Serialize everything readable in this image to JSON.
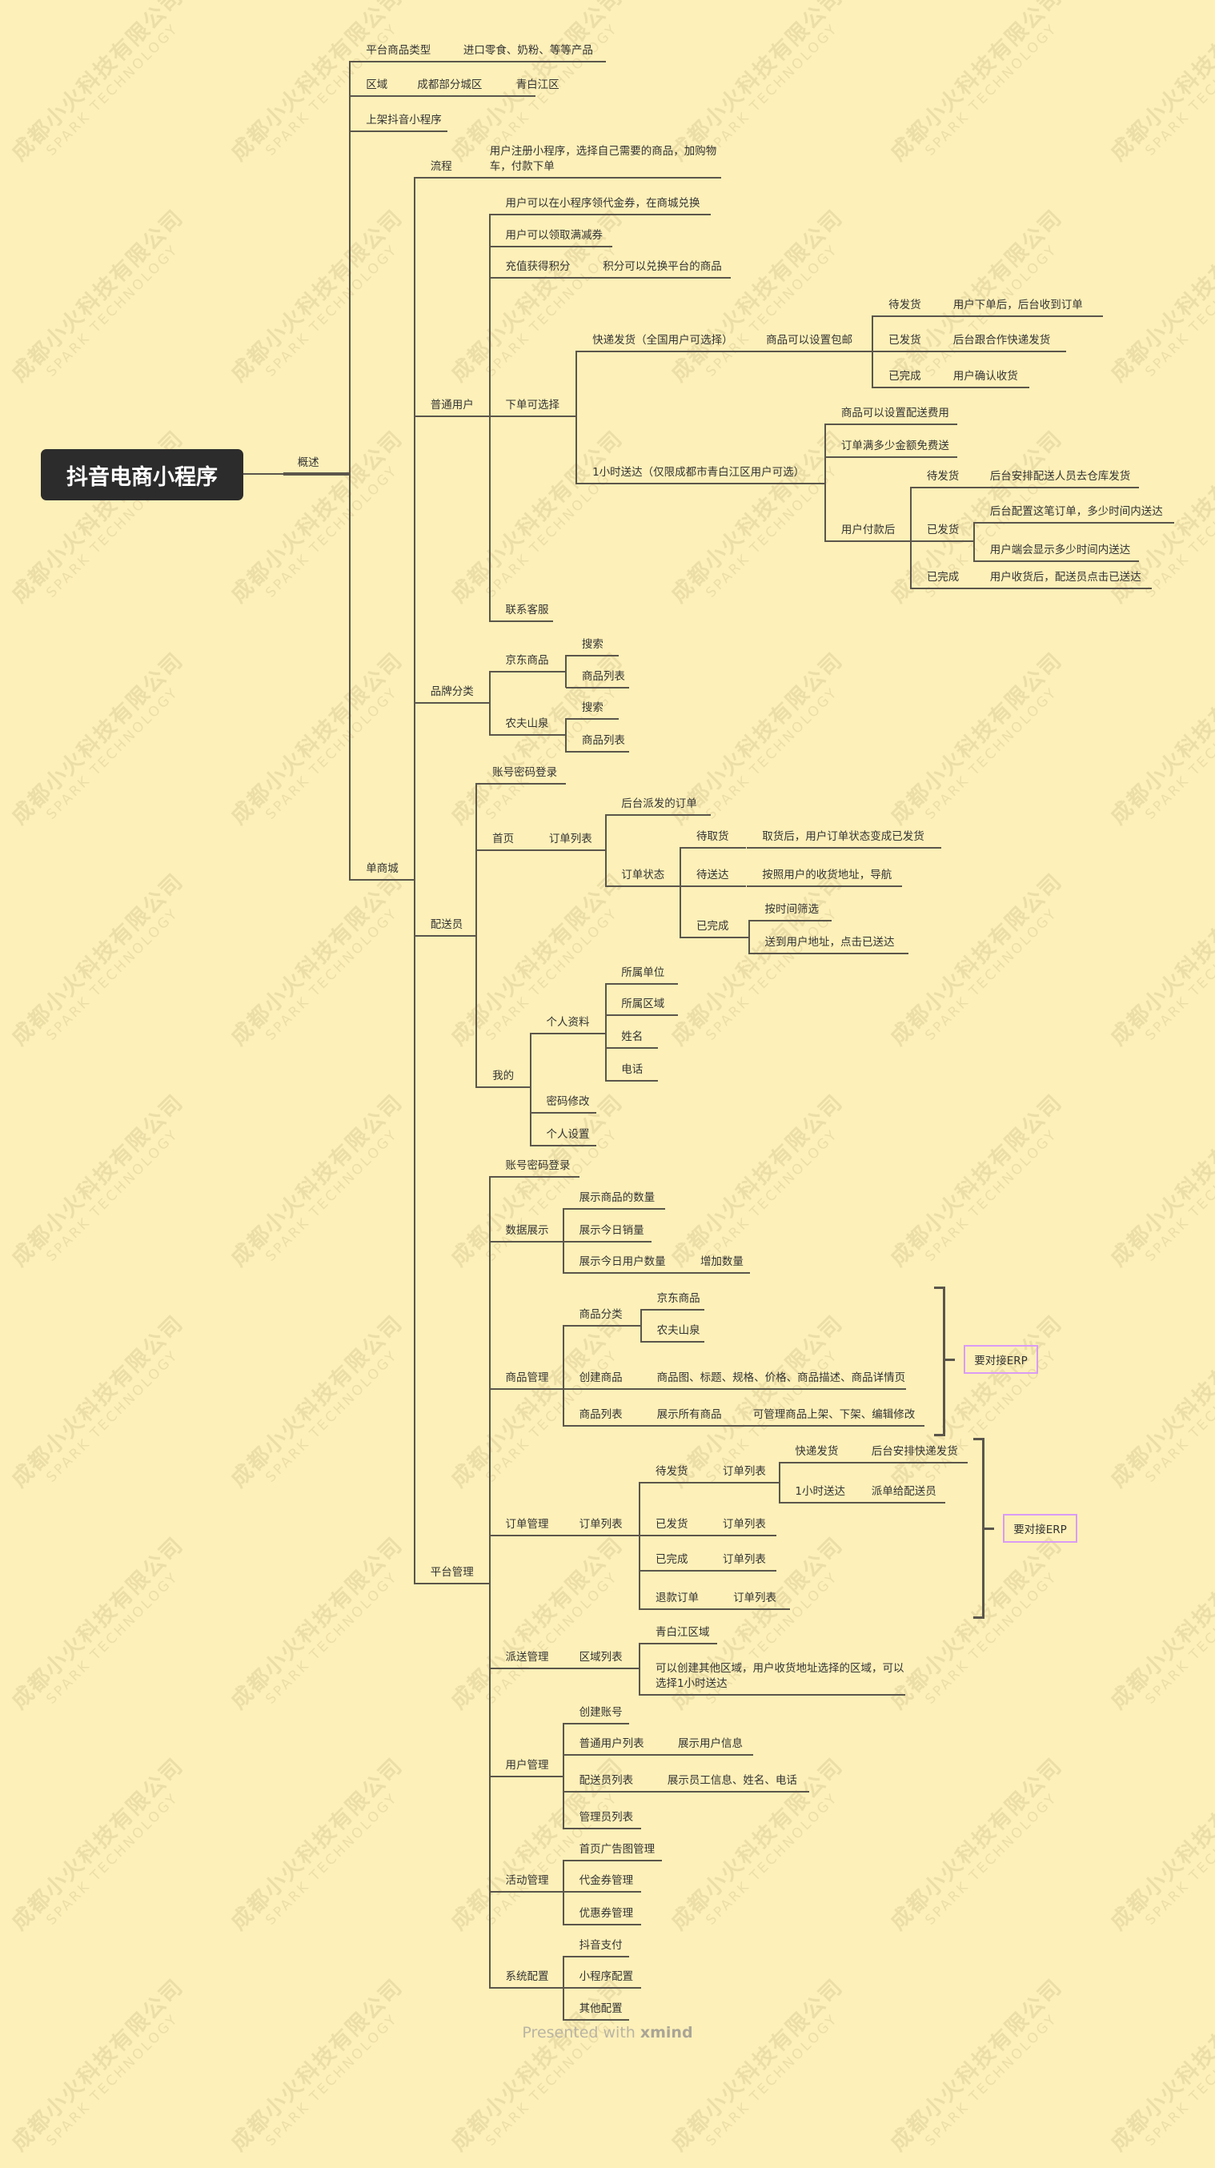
{
  "watermark": {
    "company": "成都小火科技有限公司",
    "english": "SPARK TECHNOLOGY"
  },
  "mindmap": {
    "label": "抖音电商小程序",
    "children": [
      {
        "label": "概述",
        "children": [
          {
            "label": "平台商品类型",
            "children": [
              {
                "label": "进口零食、奶粉、等等产品"
              }
            ]
          },
          {
            "label": "区域",
            "children": [
              {
                "label": "成都部分城区",
                "children": [
                  {
                    "label": "青白江区"
                  }
                ]
              }
            ]
          },
          {
            "label": "上架抖音小程序"
          },
          {
            "label": "单商城",
            "children": [
              {
                "label": "流程",
                "children": [
                  {
                    "label": "用户注册小程序，选择自己需要的商品，加购物车，付款下单"
                  }
                ]
              },
              {
                "label": "普通用户",
                "children": [
                  {
                    "label": "用户可以在小程序领代金券，在商城兑换"
                  },
                  {
                    "label": "用户可以领取满减券"
                  },
                  {
                    "label": "充值获得积分",
                    "children": [
                      {
                        "label": "积分可以兑换平台的商品"
                      }
                    ]
                  },
                  {
                    "label": "下单可选择",
                    "children": [
                      {
                        "label": "快递发货（全国用户可选择）",
                        "children": [
                          {
                            "label": "商品可以设置包邮",
                            "children": [
                              {
                                "label": "待发货",
                                "children": [
                                  {
                                    "label": "用户下单后，后台收到订单"
                                  }
                                ]
                              },
                              {
                                "label": "已发货",
                                "children": [
                                  {
                                    "label": "后台跟合作快递发货"
                                  }
                                ]
                              },
                              {
                                "label": "已完成",
                                "children": [
                                  {
                                    "label": "用户确认收货"
                                  }
                                ]
                              }
                            ]
                          }
                        ]
                      },
                      {
                        "label": "1小时送达（仅限成都市青白江区用户可选）",
                        "children": [
                          {
                            "label": "商品可以设置配送费用"
                          },
                          {
                            "label": "订单满多少金额免费送"
                          },
                          {
                            "label": "用户付款后",
                            "children": [
                              {
                                "label": "待发货",
                                "children": [
                                  {
                                    "label": "后台安排配送人员去仓库发货"
                                  }
                                ]
                              },
                              {
                                "label": "已发货",
                                "children": [
                                  {
                                    "label": "后台配置这笔订单，多少时间内送达"
                                  },
                                  {
                                    "label": "用户端会显示多少时间内送达"
                                  }
                                ]
                              },
                              {
                                "label": "已完成",
                                "children": [
                                  {
                                    "label": "用户收货后，配送员点击已送达"
                                  }
                                ]
                              }
                            ]
                          }
                        ]
                      }
                    ]
                  },
                  {
                    "label": "联系客服"
                  }
                ]
              },
              {
                "label": "品牌分类",
                "children": [
                  {
                    "label": "京东商品",
                    "children": [
                      {
                        "label": "搜索"
                      },
                      {
                        "label": "商品列表"
                      }
                    ]
                  },
                  {
                    "label": "农夫山泉",
                    "children": [
                      {
                        "label": "搜索"
                      },
                      {
                        "label": "商品列表"
                      }
                    ]
                  }
                ]
              },
              {
                "label": "配送员",
                "children": [
                  {
                    "label": "账号密码登录"
                  },
                  {
                    "label": "首页",
                    "children": [
                      {
                        "label": "订单列表",
                        "children": [
                          {
                            "label": "后台派发的订单"
                          },
                          {
                            "label": "订单状态",
                            "children": [
                              {
                                "label": "待取货",
                                "children": [
                                  {
                                    "label": "取货后，用户订单状态变成已发货"
                                  }
                                ]
                              },
                              {
                                "label": "待送达",
                                "children": [
                                  {
                                    "label": "按照用户的收货地址，导航"
                                  }
                                ]
                              },
                              {
                                "label": "已完成",
                                "children": [
                                  {
                                    "label": "按时间筛选"
                                  },
                                  {
                                    "label": "送到用户地址，点击已送达"
                                  }
                                ]
                              }
                            ]
                          }
                        ]
                      }
                    ]
                  },
                  {
                    "label": "我的",
                    "children": [
                      {
                        "label": "个人资料",
                        "children": [
                          {
                            "label": "所属单位"
                          },
                          {
                            "label": "所属区域"
                          },
                          {
                            "label": "姓名"
                          },
                          {
                            "label": "电话"
                          }
                        ]
                      },
                      {
                        "label": "密码修改"
                      },
                      {
                        "label": "个人设置"
                      }
                    ]
                  }
                ]
              },
              {
                "label": "平台管理",
                "children": [
                  {
                    "label": "账号密码登录"
                  },
                  {
                    "label": "数据展示",
                    "children": [
                      {
                        "label": "展示商品的数量"
                      },
                      {
                        "label": "展示今日销量"
                      },
                      {
                        "label": "展示今日用户数量",
                        "children": [
                          {
                            "label": "增加数量"
                          }
                        ]
                      }
                    ]
                  },
                  {
                    "label": "商品管理",
                    "children": [
                      {
                        "label": "商品分类",
                        "children": [
                          {
                            "label": "京东商品"
                          },
                          {
                            "label": "农夫山泉"
                          }
                        ]
                      },
                      {
                        "label": "创建商品",
                        "children": [
                          {
                            "label": "商品图、标题、规格、价格、商品描述、商品详情页"
                          }
                        ]
                      },
                      {
                        "label": "商品列表",
                        "children": [
                          {
                            "label": "展示所有商品",
                            "children": [
                              {
                                "label": "可管理商品上架、下架、编辑修改"
                              }
                            ]
                          }
                        ]
                      }
                    ]
                  },
                  {
                    "label": "订单管理",
                    "children": [
                      {
                        "label": "订单列表",
                        "children": [
                          {
                            "label": "待发货",
                            "children": [
                              {
                                "label": "订单列表",
                                "children": [
                                  {
                                    "label": "快递发货",
                                    "children": [
                                      {
                                        "label": "后台安排快递发货"
                                      }
                                    ]
                                  },
                                  {
                                    "label": "1小时送达",
                                    "children": [
                                      {
                                        "label": "派单给配送员"
                                      }
                                    ]
                                  }
                                ]
                              }
                            ]
                          },
                          {
                            "label": "已发货",
                            "children": [
                              {
                                "label": "订单列表"
                              }
                            ]
                          },
                          {
                            "label": "已完成",
                            "children": [
                              {
                                "label": "订单列表"
                              }
                            ]
                          },
                          {
                            "label": "退款订单",
                            "children": [
                              {
                                "label": "订单列表"
                              }
                            ]
                          }
                        ]
                      }
                    ]
                  },
                  {
                    "label": "派送管理",
                    "children": [
                      {
                        "label": "区域列表",
                        "children": [
                          {
                            "label": "青白江区域"
                          },
                          {
                            "label": "可以创建其他区域，用户收货地址选择的区域，可以选择1小时送达"
                          }
                        ]
                      }
                    ]
                  },
                  {
                    "label": "用户管理",
                    "children": [
                      {
                        "label": "创建账号"
                      },
                      {
                        "label": "普通用户列表",
                        "children": [
                          {
                            "label": "展示用户信息"
                          }
                        ]
                      },
                      {
                        "label": "配送员列表",
                        "children": [
                          {
                            "label": "展示员工信息、姓名、电话"
                          }
                        ]
                      },
                      {
                        "label": "管理员列表"
                      }
                    ]
                  },
                  {
                    "label": "活动管理",
                    "children": [
                      {
                        "label": "首页广告图管理"
                      },
                      {
                        "label": "代金券管理"
                      },
                      {
                        "label": "优惠券管理"
                      }
                    ]
                  },
                  {
                    "label": "系统配置",
                    "children": [
                      {
                        "label": "抖音支付"
                      },
                      {
                        "label": "小程序配置"
                      },
                      {
                        "label": "其他配置"
                      }
                    ]
                  }
                ]
              }
            ]
          }
        ]
      }
    ]
  },
  "erp_notes": [
    "要对接ERP",
    "要对接ERP"
  ],
  "footer": {
    "prefix": "Presented with",
    "brand": "xmind"
  },
  "colors": {
    "background": "#fdf0b8",
    "root": "#2c2c2c",
    "line": "#5b564c",
    "erp_border": "#d99cf5"
  }
}
